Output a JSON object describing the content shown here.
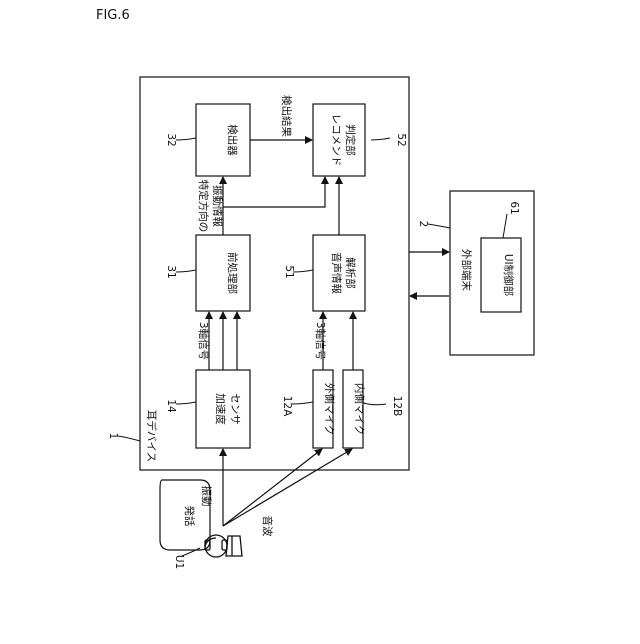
{
  "figure_label": "FIG.6",
  "device": {
    "ref": "1",
    "label": "耳デバイス"
  },
  "blocks": {
    "detector": {
      "ref": "32",
      "label": "検出器"
    },
    "recommend": {
      "ref": "52",
      "line1": "レコメンド",
      "line2": "判定部"
    },
    "preprocess": {
      "ref": "31",
      "label": "前処理部"
    },
    "audio_analysis": {
      "ref": "51",
      "line1": "音声情報",
      "line2": "解析部"
    },
    "accelerometer": {
      "ref": "14",
      "line1": "加速度",
      "line2": "センサ"
    },
    "outer_mic": {
      "ref": "12A",
      "label": "外側マイク"
    },
    "inner_mic": {
      "ref": "12B",
      "label": "内側マイク"
    },
    "external_terminal": {
      "ref": "2",
      "label": "外部端末"
    },
    "ui_control": {
      "ref": "61",
      "label": "UI制御部"
    }
  },
  "signals": {
    "detection_result": "検出結果",
    "specific_direction_line1": "特定方向の",
    "specific_direction_line2": "振動情報",
    "three_axis_left": "3軸信号",
    "three_axis_right": "3軸信号",
    "vibration": "振動",
    "sound_wave": "音波"
  },
  "user": {
    "ref": "U1",
    "speech": "発話"
  }
}
